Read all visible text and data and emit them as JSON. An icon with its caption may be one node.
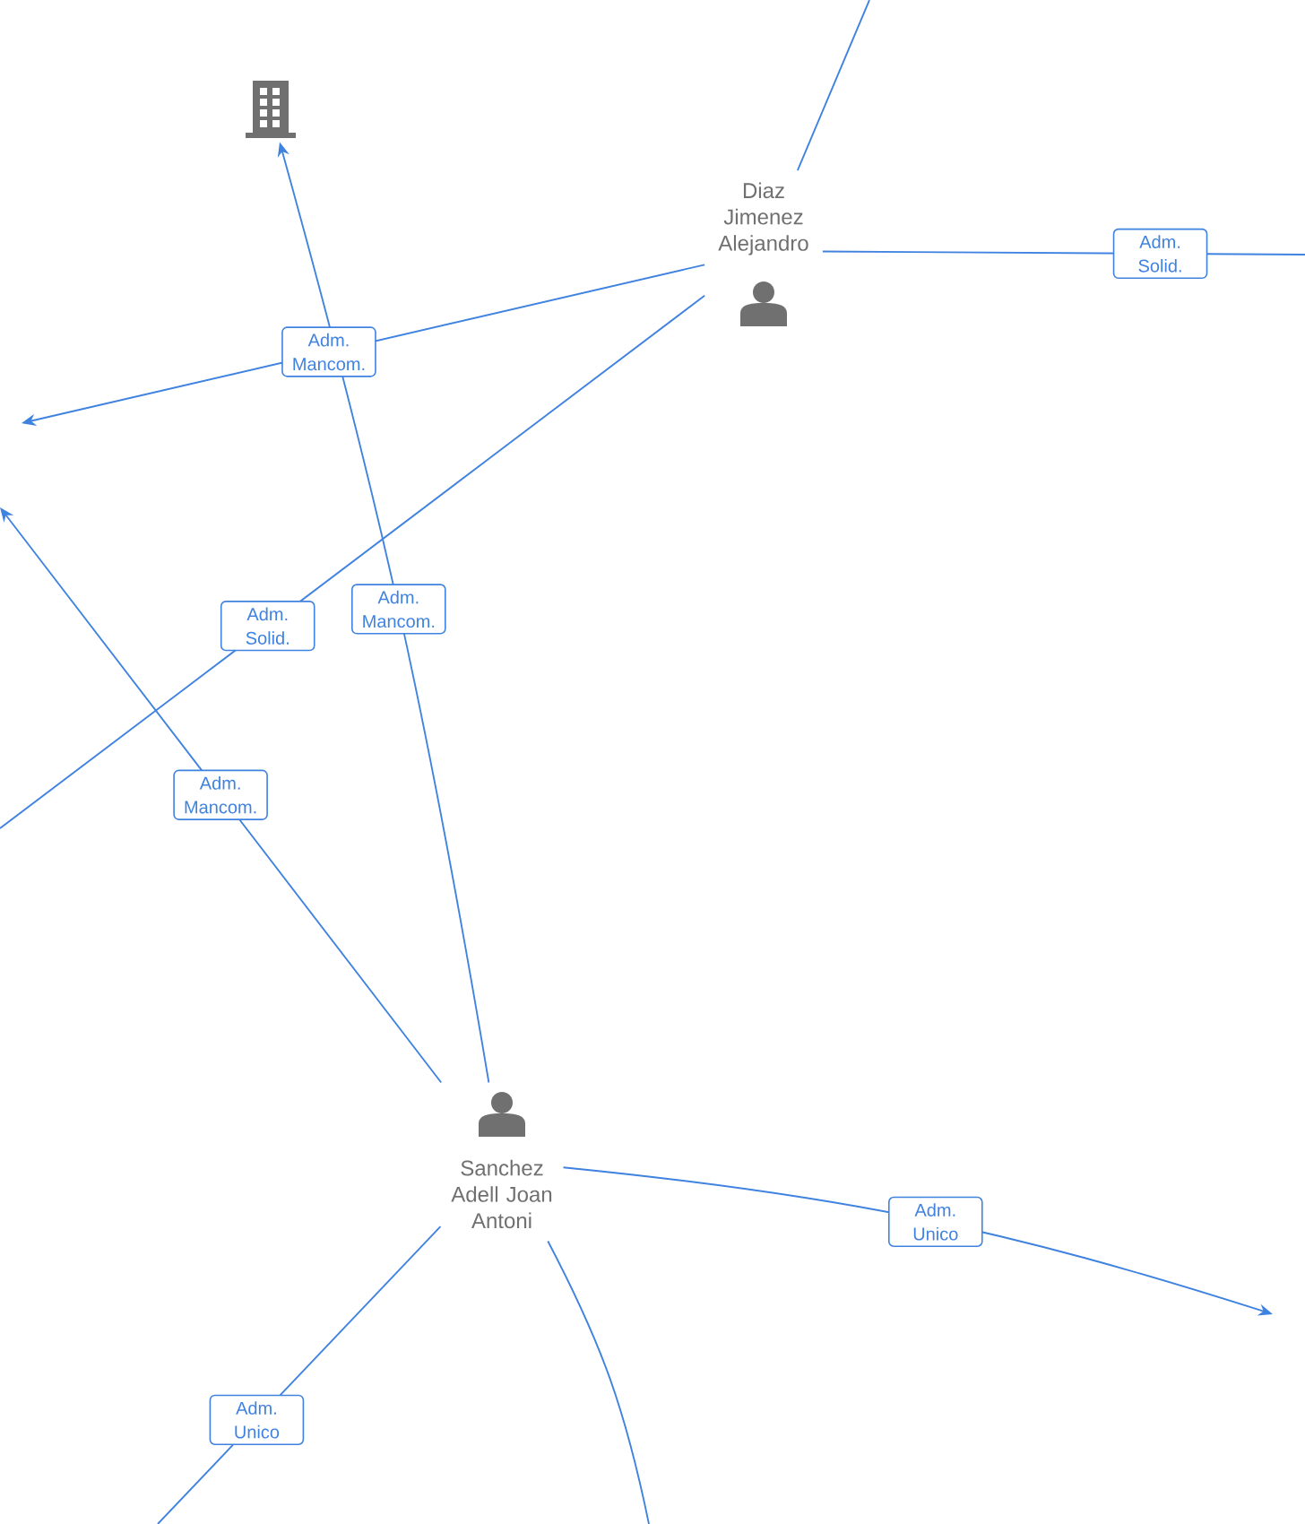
{
  "diagram": {
    "nodes": [
      {
        "text": [],
        "shape": "building"
      },
      {
        "text": [
          "Diaz Jimenez Alejandro"
        ]
      },
      {
        "text": [
          "Sanchez Adell Joan Antoni"
        ]
      }
    ],
    "edges": [
      {
        "from": 2,
        "to": 0,
        "arrow": "to",
        "label": "Adm. Mancom."
      },
      {
        "from": 1,
        "to": null,
        "arrow": "to",
        "label": "Adm. Mancom."
      },
      {
        "from": 1,
        "to": null,
        "arrow": "none",
        "label": "Adm. Solid."
      },
      {
        "from": 2,
        "to": null,
        "arrow": "to",
        "label": "Adm. Mancom."
      },
      {
        "from": 1,
        "to": null,
        "arrow": "none",
        "label": "Adm. Solid."
      },
      {
        "from": 1,
        "to": null,
        "arrow": "none"
      },
      {
        "from": 2,
        "to": null,
        "arrow": "to",
        "label": "Adm. Unico"
      },
      {
        "from": 2,
        "to": null,
        "arrow": "none",
        "label": "Adm. Unico"
      },
      {
        "from": 2,
        "to": null,
        "arrow": "none"
      }
    ]
  }
}
